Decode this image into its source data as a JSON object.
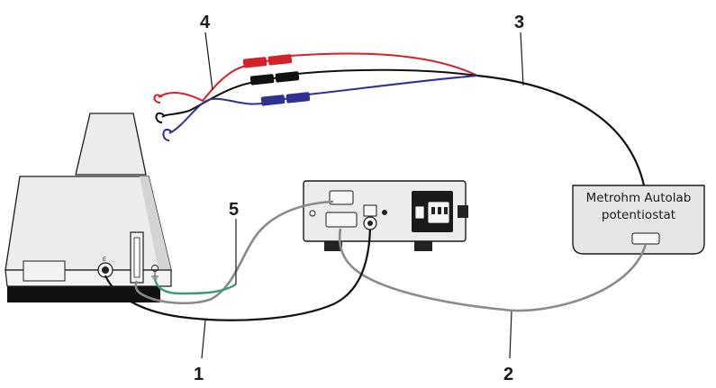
{
  "callouts": {
    "c1": "1",
    "c2": "2",
    "c3": "3",
    "c4": "4",
    "c5": "5"
  },
  "potentiostat": {
    "line1": "Metrohm Autolab",
    "line2": "potentiostat"
  },
  "instrument": {
    "port_label": "E"
  },
  "colors": {
    "red_lead": "#d2232a",
    "black_lead": "#111111",
    "blue_lead": "#2e3192",
    "grey_cable": "#8a8a8a",
    "green_cable": "#3d9a78",
    "panel_fill": "#e6e6e6",
    "device_fill": "#ececec"
  }
}
